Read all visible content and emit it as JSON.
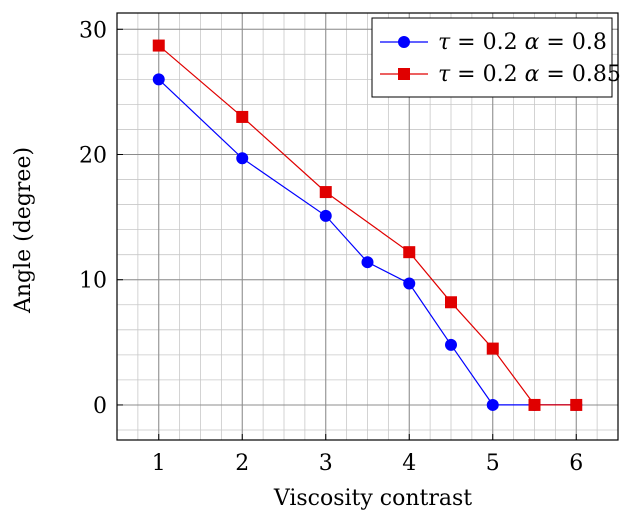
{
  "chart_data": {
    "type": "line",
    "xlabel": "Viscosity contrast",
    "ylabel": "Angle (degree)",
    "xlim": [
      0.5,
      6.5
    ],
    "ylim": [
      -2.8,
      31.3
    ],
    "x_ticks": [
      "1",
      "2",
      "3",
      "4",
      "5",
      "6"
    ],
    "y_ticks": [
      "0",
      "10",
      "20",
      "30"
    ],
    "x_tick_values": [
      1,
      2,
      3,
      4,
      5,
      6
    ],
    "y_tick_values": [
      0,
      10,
      20,
      30
    ],
    "grid": true,
    "minor_grid": true,
    "legend_position": "top-right",
    "series": [
      {
        "name": "τ = 0.2 α = 0.8",
        "legend_tau": "τ",
        "legend_eq1": " = 0.2 ",
        "legend_alpha": "α",
        "legend_eq2": " = 0.8",
        "color": "#0000ff",
        "marker": "circle",
        "x": [
          1,
          2,
          3,
          3.5,
          4,
          4.5,
          5,
          5.5,
          6
        ],
        "y": [
          26.0,
          19.7,
          15.1,
          11.4,
          9.7,
          4.8,
          0.0,
          0.0,
          0.0
        ]
      },
      {
        "name": "τ = 0.2 α = 0.85",
        "legend_tau": "τ",
        "legend_eq1": " = 0.2 ",
        "legend_alpha": "α",
        "legend_eq2": " = 0.85",
        "color": "#e00000",
        "marker": "square",
        "x": [
          1,
          2,
          3,
          4,
          4.5,
          5,
          5.5,
          6
        ],
        "y": [
          28.7,
          23.0,
          17.0,
          12.2,
          8.2,
          4.5,
          0.0,
          0.0
        ]
      }
    ]
  }
}
